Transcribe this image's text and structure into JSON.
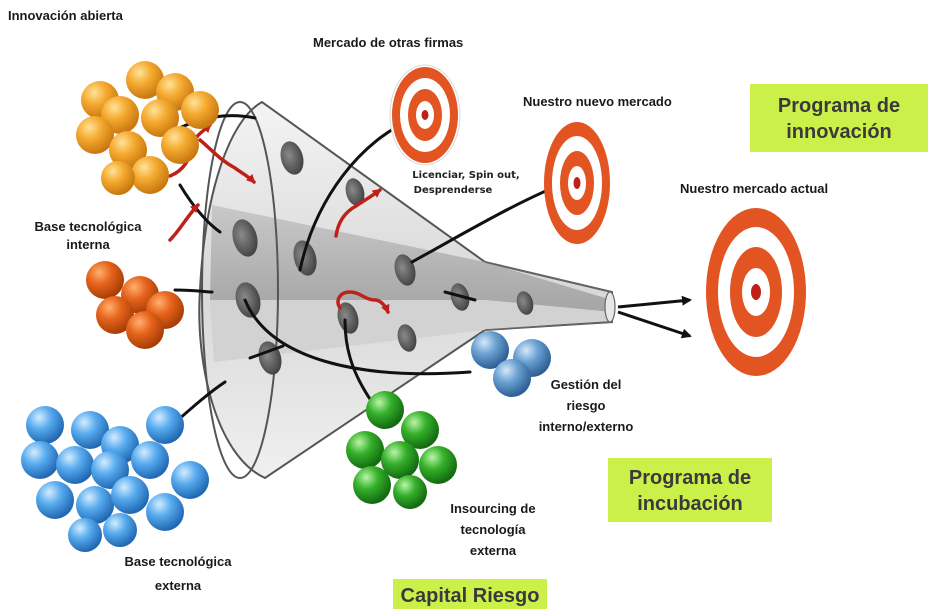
{
  "labels": {
    "innovacion_abierta": "Innovación abierta",
    "mercado_otras_firmas": "Mercado de otras firmas",
    "nuestro_nuevo_mercado": "Nuestro nuevo mercado",
    "nuestro_mercado_actual": "Nuestro mercado actual",
    "base_interna_line1": "Base tecnológica",
    "base_interna_line2": "interna",
    "licenciar_line1": "Licenciar, Spin out,",
    "licenciar_line2": "Desprenderse",
    "gestion_line1": "Gestión del",
    "gestion_line2": "riesgo",
    "gestion_line3": "interno/externo",
    "insourcing_line1": "Insourcing de",
    "insourcing_line2": "tecnología",
    "insourcing_line3": "externa",
    "base_externa_line1": "Base tecnológica",
    "base_externa_line2": "externa"
  },
  "boxes": {
    "programa_innovacion_line1": "Programa de",
    "programa_innovacion_line2": "innovación",
    "programa_incubacion_line1": "Programa de",
    "programa_incubacion_line2": "incubación",
    "capital_riesgo": "Capital Riesgo"
  },
  "colors": {
    "box_bg": "#ccf04a",
    "target_red": "#e0501e",
    "orange_ball": "#f2a329",
    "dark_orange_ball": "#e2641a",
    "blue_ball": "#4aa3e8",
    "steel_blue_ball": "#5b95cc",
    "green_ball": "#2ea825",
    "arrow_red": "#c0201a"
  }
}
